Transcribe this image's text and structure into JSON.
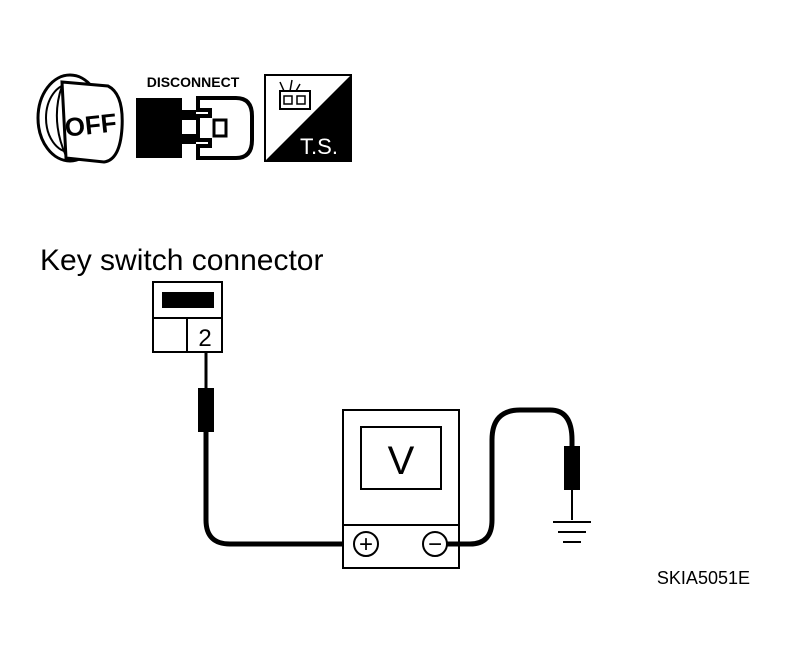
{
  "icons": {
    "ignition": {
      "icon": "ignition-key-off-icon",
      "text": "OFF"
    },
    "disconnect": {
      "icon": "disconnect-connector-icon",
      "label": "DISCONNECT"
    },
    "terminal_side": {
      "icon": "terminal-side-icon",
      "text": "T.S."
    }
  },
  "connector": {
    "title": "Key switch connector",
    "terminal": "2"
  },
  "meter": {
    "unit": "V",
    "positive": "+",
    "negative": "−"
  },
  "figure_code": "SKIA5051E"
}
